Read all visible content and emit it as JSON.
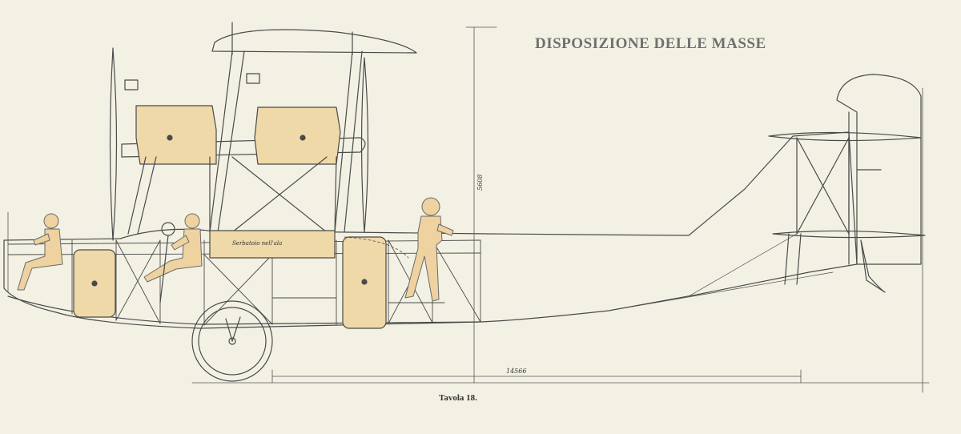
{
  "drawing": {
    "title": "DISPOSIZIONE DELLE MASSE",
    "caption": "Tavola 18.",
    "dimension_height": "5608",
    "dimension_length": "14566",
    "wing_tank_label": "Serbatoio nell'ala"
  },
  "colors": {
    "paper": "#f3f1e3",
    "line": "#4a4a4a",
    "mass_fill": "#f0d9a8",
    "figure_fill": "#eed29f"
  }
}
